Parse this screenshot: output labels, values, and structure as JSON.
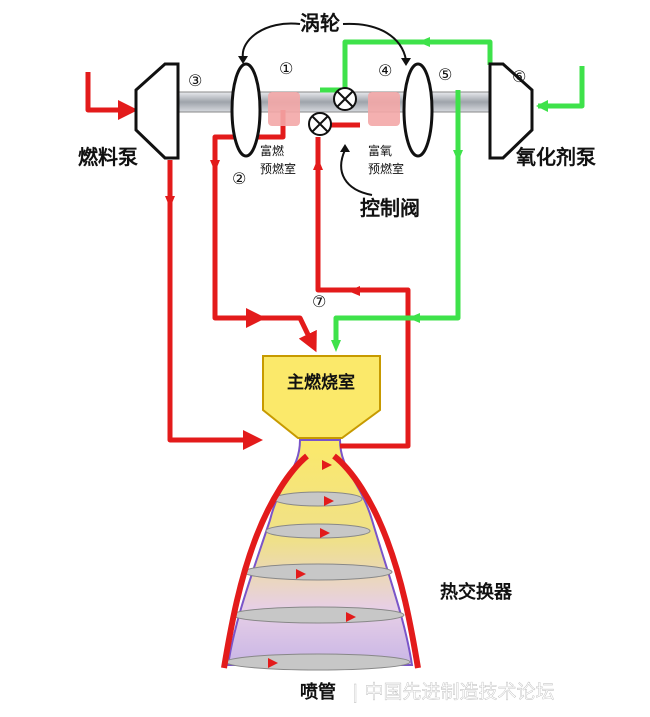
{
  "labels": {
    "turbine": "涡轮",
    "fuel_pump": "燃料泵",
    "oxidizer_pump": "氧化剂泵",
    "fuel_rich_preburner_1": "富燃",
    "fuel_rich_preburner_2": "预燃室",
    "ox_rich_preburner_1": "富氧",
    "ox_rich_preburner_2": "预燃室",
    "control_valve": "控制阀",
    "main_chamber": "主燃烧室",
    "heat_exchanger": "热交换器",
    "nozzle": "喷管"
  },
  "numbers": {
    "n1": "①",
    "n2": "②",
    "n3": "③",
    "n4": "④",
    "n5": "⑤",
    "n6": "⑥",
    "n7": "⑦"
  },
  "watermark": "| 中国先进制造技术论坛",
  "colors": {
    "fuel_line": "#e31b1b",
    "oxidizer_line": "#3ee24a",
    "chamber": "#fbe96a",
    "preburner": "#f3a7a7",
    "shaft": "#b8bcc2",
    "nozzle_band": "#c7c7c7"
  }
}
